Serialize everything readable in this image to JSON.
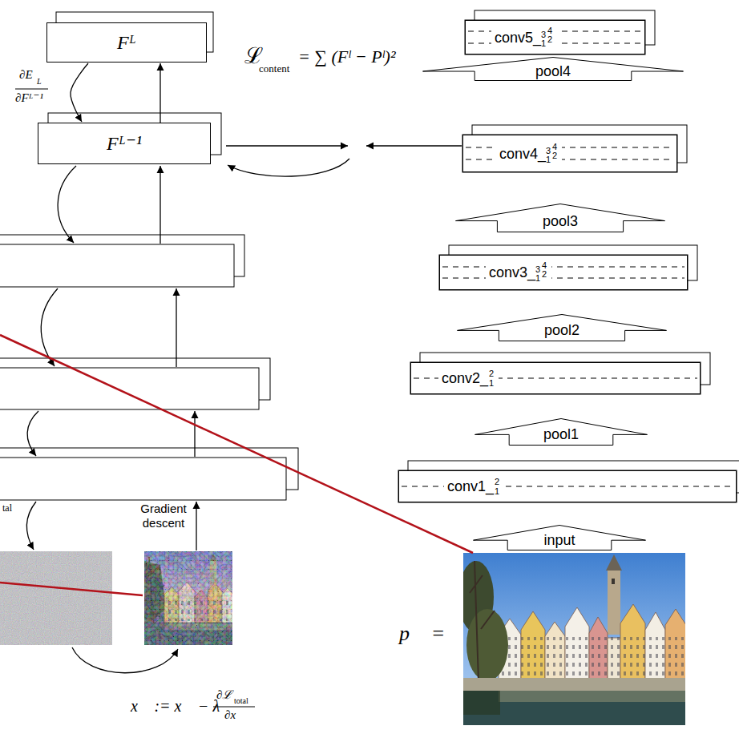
{
  "diagram": {
    "nodes": [
      {
        "text": [
          "Fᴸ"
        ]
      },
      {
        "text": [
          "Fᴸ⁻¹"
        ]
      },
      {
        "text": [
          "conv5_",
          "4",
          "3",
          "2",
          "1"
        ]
      },
      {
        "text": [
          "pool4"
        ]
      },
      {
        "text": [
          "conv4_",
          "4",
          "3",
          "2",
          "1"
        ]
      },
      {
        "text": [
          "pool3"
        ]
      },
      {
        "text": [
          "conv3_",
          "4",
          "3",
          "2",
          "1"
        ]
      },
      {
        "text": [
          "pool2"
        ]
      },
      {
        "text": [
          "conv2_",
          "2",
          "1"
        ]
      },
      {
        "text": [
          "pool1"
        ]
      },
      {
        "text": [
          "conv1_",
          "2",
          "1"
        ]
      },
      {
        "text": [
          "input"
        ]
      }
    ],
    "edges": [
      {
        "from": 1,
        "to": 0,
        "arrow": "to"
      },
      {
        "from": 0,
        "to": 1,
        "arrow": "to"
      }
    ],
    "labels": [
      "∂E",
      "L",
      "∂Fᴸ⁻¹",
      "ℒ",
      "content",
      "= ∑ (Fˡ − Pˡ)²",
      "tal",
      "Gradient descent",
      "x⃗ := x⃗ − λ",
      "∂ℒ",
      "total",
      "∂x⃗",
      "p⃗ ="
    ]
  }
}
